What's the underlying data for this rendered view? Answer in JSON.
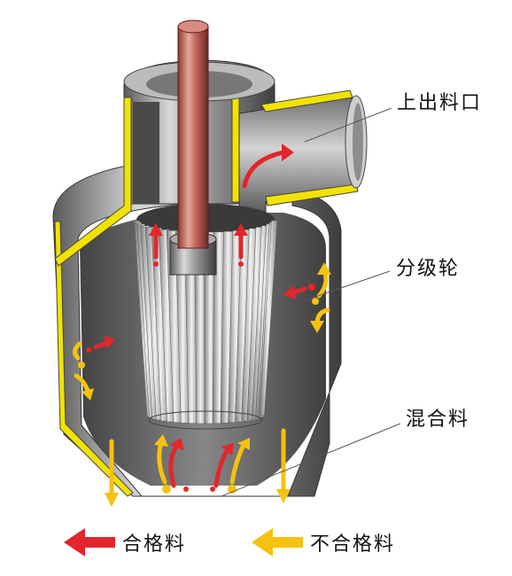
{
  "labels": {
    "upper_outlet": "上出料口",
    "classifier_wheel": "分级轮",
    "mixed_material": "混合料"
  },
  "legend": {
    "qualified": "合格料",
    "unqualified": "不合格料"
  },
  "colors": {
    "qualified_arrow": "#e3262b",
    "unqualified_arrow": "#f4c20f",
    "housing_outline": "#f2e200",
    "shaft": "#c0645a"
  }
}
